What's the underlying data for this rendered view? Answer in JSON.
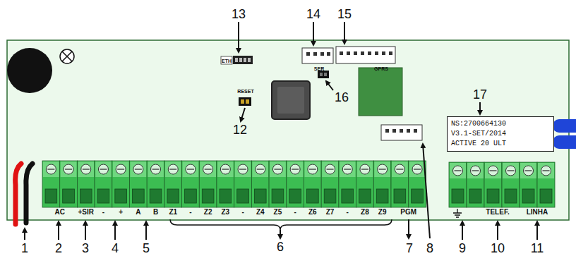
{
  "diagram": {
    "nodes": [
      {
        "text": [
          "NS:2700664130",
          "V3.1-SET/2014",
          "ACTIVE 20 ULT"
        ]
      }
    ],
    "labels": [
      "ETH",
      "SER",
      "GPRS",
      "RESET",
      "AC",
      "+SIR",
      "-",
      "+",
      "A",
      "B",
      "Z1",
      "-",
      "Z2",
      "Z3",
      "-",
      "Z4",
      "Z5",
      "-",
      "Z6",
      "Z7",
      "-",
      "Z8",
      "Z9",
      "PGM",
      "TELEF.",
      "LINHA",
      "1",
      "2",
      "3",
      "4",
      "5",
      "6",
      "7",
      "8",
      "9",
      "10",
      "11",
      "12",
      "13",
      "14",
      "15",
      "16",
      "17"
    ]
  }
}
